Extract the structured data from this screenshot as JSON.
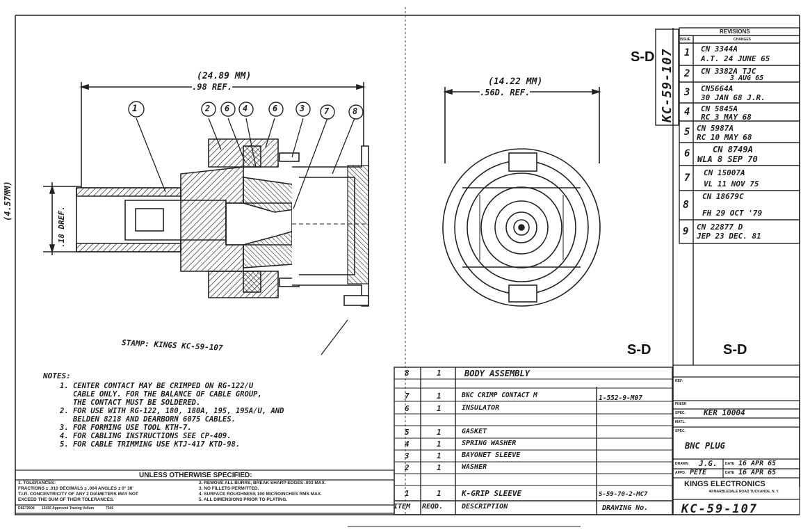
{
  "view_labels": {
    "top": "S-D",
    "middle": "S-D",
    "right_bottom": "S-D"
  },
  "dimensions": {
    "length_mm": "(24.89 MM)",
    "length_ref": ".98 REF.",
    "width_mm": "(14.22 MM)",
    "width_ref": ".56D. REF.",
    "dia_mm": "(4.57MM)",
    "dia_ref": ".18 DREF."
  },
  "balloons": [
    "1",
    "2",
    "6",
    "4",
    "6",
    "3",
    "7",
    "8"
  ],
  "stamp_text": "STAMP: KINGS KC-59-107",
  "drawing_number_vertical": "KC-59-107",
  "revisions": {
    "title": "REVISIONS",
    "col_issue": "ISSUE",
    "col_changes": "CHANGES",
    "rows": [
      {
        "issue": "1",
        "line1": "CN 3344A",
        "line2": "A.T. 24 JUNE 65"
      },
      {
        "issue": "2",
        "line1": "CN 3382A  TJC",
        "line2": "3 AUG 65"
      },
      {
        "issue": "3",
        "line1": "CN5664A",
        "line2": "30 JAN 68  J.R."
      },
      {
        "issue": "4",
        "line1": "CN 5845A",
        "line2": "RC  3 MAY 68"
      },
      {
        "issue": "5",
        "line1": "CN 5987A",
        "line2": "RC  10 MAY 68"
      },
      {
        "issue": "6",
        "line1": "CN 8749A",
        "line2": "WLA  8 SEP 70"
      },
      {
        "issue": "7",
        "line1": "CN 15007A",
        "line2": "VL  11 NOV 75"
      },
      {
        "issue": "8",
        "line1": "CN 18679C",
        "line2": "FH  29 OCT '79"
      },
      {
        "issue": "9",
        "line1": "CN 22877 D",
        "line2": "JEP  23 DEC. 81"
      }
    ]
  },
  "notes": {
    "heading": "NOTES:",
    "items": [
      {
        "n": "1.",
        "lines": [
          "CENTER CONTACT MAY BE CRIMPED ON RG-122/U",
          "CABLE ONLY. FOR THE BALANCE OF CABLE GROUP,",
          "THE CONTACT MUST BE SOLDERED."
        ]
      },
      {
        "n": "2.",
        "lines": [
          "FOR USE WITH RG-122, 180, 180A, 195, 195A/U, AND",
          "BELDEN 8218 AND DEARBORN 6075 CABLES."
        ]
      },
      {
        "n": "3.",
        "lines": [
          "FOR FORMING USE TOOL KTH-7."
        ]
      },
      {
        "n": "4.",
        "lines": [
          "FOR CABLING INSTRUCTIONS SEE CP-409."
        ]
      },
      {
        "n": "5.",
        "lines": [
          "FOR CABLE TRIMMING USE KTJ-417 KTD-98."
        ]
      }
    ]
  },
  "tolerances": {
    "heading": "UNLESS OTHERWISE SPECIFIED:",
    "left": [
      "1. TOLERANCES:",
      "FRACTIONS ± .010  DECIMALS ± .004  ANGLES ± 0° 30'",
      "T.I.R. CONCENTRICITY OF ANY 2 DIAMETERS MAY NOT",
      "EXCEED THE SUM OF THEIR TOLERANCES."
    ],
    "right": [
      "2. REMOVE ALL BURRS, BREAK SHARP EDGES .003 MAX.",
      "3. NO FILLETS PERMITTED.",
      "4. SURFACE ROUGHNESS 100 MICROINCHES RMS MAX.",
      "5. ALL DIMENSIONS PRIOR TO PLATING."
    ],
    "footer_left": "D6E72604",
    "footer_mid": "15456 Approved Tracing Vellum",
    "footer_right": "7546"
  },
  "bom": {
    "rows": [
      {
        "item": "8",
        "qty": "1",
        "desc": "BODY ASSEMBLY",
        "dwg": ""
      },
      {
        "item": "",
        "qty": "",
        "desc": "",
        "dwg": ""
      },
      {
        "item": "7",
        "qty": "1",
        "desc": "BNC CRIMP CONTACT M",
        "dwg": "1-552-9-M07"
      },
      {
        "item": "6",
        "qty": "1",
        "desc": "INSULATOR",
        "dwg": ""
      },
      {
        "item": "",
        "qty": "",
        "desc": "",
        "dwg": ""
      },
      {
        "item": "5",
        "qty": "1",
        "desc": "GASKET",
        "dwg": ""
      },
      {
        "item": "4",
        "qty": "1",
        "desc": "SPRING WASHER",
        "dwg": ""
      },
      {
        "item": "3",
        "qty": "1",
        "desc": "BAYONET SLEEVE",
        "dwg": ""
      },
      {
        "item": "2",
        "qty": "1",
        "desc": "WASHER",
        "dwg": ""
      },
      {
        "item": "",
        "qty": "",
        "desc": "",
        "dwg": ""
      },
      {
        "item": "1",
        "qty": "1",
        "desc": "K-GRIP SLEEVE",
        "dwg": "S-59-70-2-MC7"
      }
    ],
    "headers": {
      "item": "ITEM",
      "qty": "REQD.",
      "desc": "DESCRIPTION",
      "dwg": "DRAWING No."
    }
  },
  "title_block": {
    "ref_label": "REF:",
    "finish_label": "FINISH",
    "spec_label": "SPEC.",
    "spec_value": "KER 10004",
    "matl_label": "MATL.",
    "spec2_label": "SPEC.",
    "title": "BNC PLUG",
    "drawn_label": "DRAWN",
    "drawn_value": "J.G.",
    "date_label": "DATE",
    "drawn_date": "16 APR 65",
    "appd_label": "APPD.",
    "appd_value": "PETE",
    "appd_date": "16 APR 65",
    "company": "KINGS ELECTRONICS",
    "address": "40 MARBLEDALE ROAD  TUCKAHOE, N. Y.",
    "drawing_no": "KC-59-107"
  }
}
